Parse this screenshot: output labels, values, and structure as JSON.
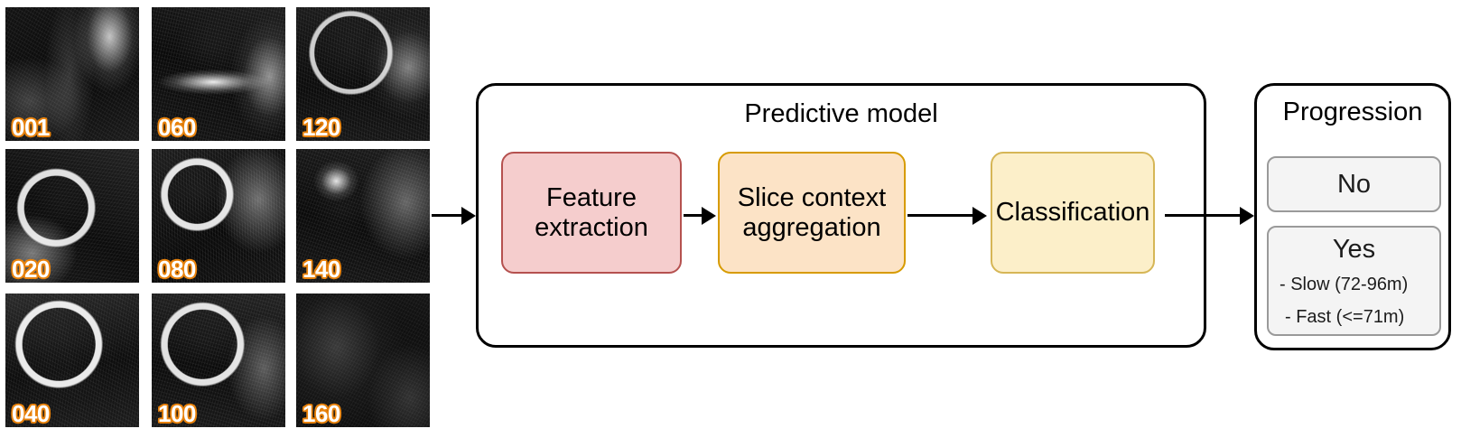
{
  "mri_panel": {
    "name": "MRI slice grid",
    "rows": 3,
    "cols": 3,
    "slices": [
      {
        "label": "001"
      },
      {
        "label": "060"
      },
      {
        "label": "120"
      },
      {
        "label": "020"
      },
      {
        "label": "080"
      },
      {
        "label": "140"
      },
      {
        "label": "040"
      },
      {
        "label": "100"
      },
      {
        "label": "160"
      }
    ]
  },
  "pipeline": {
    "title": "Predictive model",
    "stages": [
      {
        "id": "feature-extraction",
        "label": "Feature\nextraction",
        "line1": "Feature",
        "line2": "extraction",
        "fill": "#F5CDCD",
        "border": "#B5514F"
      },
      {
        "id": "slice-context-aggregation",
        "label": "Slice context\naggregation",
        "line1": "Slice context",
        "line2": "aggregation",
        "fill": "#FCE3C6",
        "border": "#D79B00"
      },
      {
        "id": "classification",
        "label": "Classification",
        "line1": "Classification",
        "line2": "",
        "fill": "#FCEFC9",
        "border": "#D6B656"
      }
    ]
  },
  "output": {
    "title": "Progression",
    "no": {
      "label": "No"
    },
    "yes": {
      "label": "Yes",
      "details": [
        "- Slow (72-96m)",
        "- Fast (<=71m)"
      ]
    }
  },
  "arrows": [
    {
      "name": "arrow-input",
      "from": "mri-grid",
      "to": "predictive-model-box"
    },
    {
      "name": "arrow-feature-to-slice",
      "from": "feature-extraction",
      "to": "slice-context-aggregation"
    },
    {
      "name": "arrow-slice-to-classification",
      "from": "slice-context-aggregation",
      "to": "classification"
    },
    {
      "name": "arrow-model-to-progression",
      "from": "predictive-model-box",
      "to": "progression-box"
    }
  ],
  "colors": {
    "background": "#FFFFFF",
    "stroke": "#000000",
    "label_text": "#FFFFFF",
    "label_outline": "#E8820C",
    "outcome_fill": "#F4F4F4",
    "outcome_border": "#9A9A9A"
  }
}
